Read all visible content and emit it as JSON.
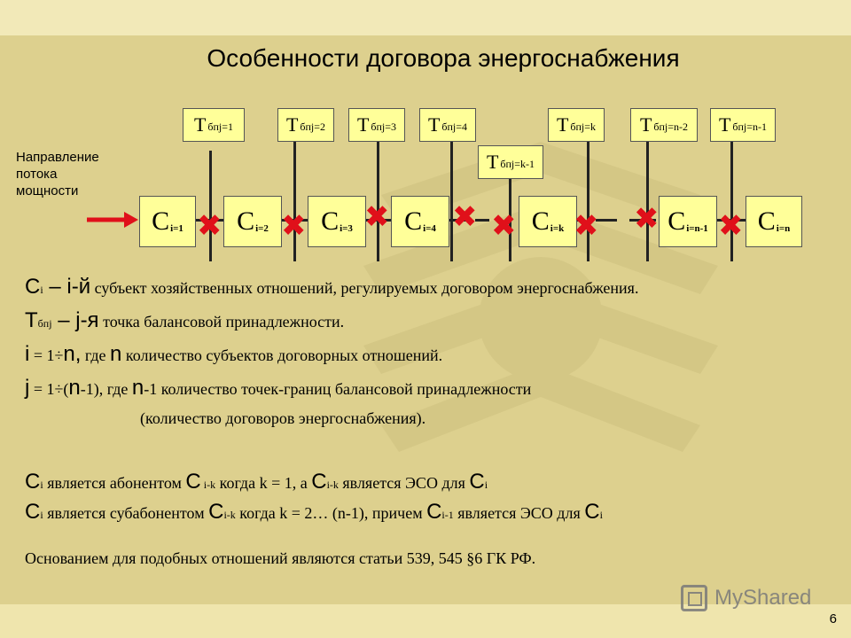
{
  "title": "Особенности договора энергоснабжения",
  "direction_label": "Направление\nпотока\nмощности",
  "t_boxes": [
    {
      "T": "Т",
      "sub": "бпj=1"
    },
    {
      "T": "Т",
      "sub": "бпj=2"
    },
    {
      "T": "Т",
      "sub": "бпj=3"
    },
    {
      "T": "Т",
      "sub": "бпj=4"
    },
    {
      "T": "Т",
      "sub": "бпj=k-1"
    },
    {
      "T": "Т",
      "sub": "бпj=k"
    },
    {
      "T": "Т",
      "sub": "бпj=n-2"
    },
    {
      "T": "Т",
      "sub": "бпj=n-1"
    }
  ],
  "c_boxes": [
    {
      "C": "С",
      "sub": "i=1"
    },
    {
      "C": "С",
      "sub": "i=2"
    },
    {
      "C": "С",
      "sub": "i=3"
    },
    {
      "C": "С",
      "sub": "i=4"
    },
    {
      "C": "С",
      "sub": "i=k"
    },
    {
      "C": "С",
      "sub": "i=n-1"
    },
    {
      "C": "С",
      "sub": "i=n"
    }
  ],
  "cross_symbol": "✖",
  "legend": {
    "line1": {
      "a": "С",
      "b": "i",
      "c": " – i-й",
      "d": " субъект хозяйственных отношений, регулируемых договором энергоснабжения."
    },
    "line2": {
      "a": "Т",
      "b": "бпj",
      "c": " – j-я",
      "d": " точка балансовой принадлежности."
    },
    "line3": {
      "a": "i",
      "b": " = 1÷",
      "c": "n,",
      "d": " где ",
      "e": "n",
      "f": " количество субъектов договорных отношений."
    },
    "line4": {
      "a": "j",
      "b": " = 1÷(",
      "c": "n",
      "d": "-1), где ",
      "e": "n",
      "f": "-1 количество точек-границ балансовой принадлежности"
    },
    "line5": "(количество договоров энергоснабжения).",
    "line6": {
      "a": "С",
      "b": "i",
      "c": " является абонентом ",
      "d": "С",
      "e": " i-k",
      "f": " когда k = 1, а ",
      "g": "С",
      "h": "i-k",
      "i": " является ЭСО для ",
      "j": "С",
      "k": "i"
    },
    "line7": {
      "a": "С",
      "b": "i",
      "c": " является субабонентом ",
      "d": "С",
      "e": "i-k",
      "f": " когда k = 2… (n-1), причем ",
      "g": "С",
      "h": "i-1",
      "i": " является ЭСО для ",
      "j": "С",
      "k": "i"
    },
    "line8": "Основанием для подобных отношений являются статьи 539, 545 §6 ГК РФ."
  },
  "page_number": "6",
  "brand": "MyShared",
  "colors": {
    "box_fill": "#ffff99",
    "cross": "#e0101a",
    "arrow": "#e0101a",
    "background": "#ddd08e"
  }
}
